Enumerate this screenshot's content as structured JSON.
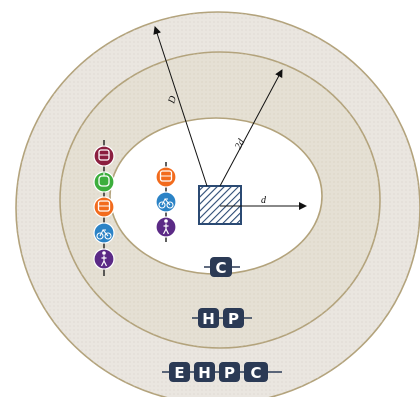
{
  "labels": {
    "radius_outer": "D",
    "radius_middle": "2d",
    "radius_inner": "d"
  },
  "zones": {
    "inner": [
      "C"
    ],
    "middle": [
      "H",
      "P"
    ],
    "outer": [
      "E",
      "H",
      "P",
      "C"
    ]
  },
  "mode_icons": {
    "inner_column": [
      "bus-icon",
      "bicycle-icon",
      "pedestrian-icon"
    ],
    "middle_column": [
      "metro-icon",
      "tram-icon",
      "bus-icon",
      "bicycle-icon",
      "pedestrian-icon"
    ]
  },
  "colors": {
    "outer_ring": "#eae6e0",
    "middle_ring": "#e5e0d4",
    "ring_stroke": "#b3a37c",
    "inner_fill": "#ffffff",
    "center_square": "#2b4a73",
    "badge": "#2b3a55",
    "metro": "#8b1e3f",
    "tram": "#3cae3c",
    "bus": "#f26b1d",
    "bicycle": "#2b83c6",
    "pedestrian": "#5b2a86"
  }
}
